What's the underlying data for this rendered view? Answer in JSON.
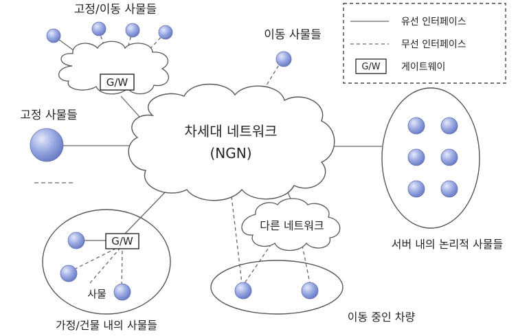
{
  "labels": {
    "fixed_mobile_things": "고정/이동 사물들",
    "mobile_things": "이동 사물들",
    "fixed_things": "고정 사물들",
    "ngn_title": "차세대 네트워크",
    "ngn_abbr": "(NGN)",
    "other_network": "다른 네트워크",
    "server_things": "서버 내의 논리적 사물들",
    "home_things": "가정/건물 내의 사물들",
    "thing": "사물",
    "moving_vehicle": "이동 중인 차량",
    "gateway_top": "G/W",
    "gateway_home": "G/W"
  },
  "legend": {
    "wired": "유선 인터페이스",
    "wireless": "무선 인터페이스",
    "gateway_box": "G/W",
    "gateway": "게이트웨이"
  },
  "colors": {
    "node_fill": "#8e9fdd",
    "node_highlight": "#e4e9fb",
    "node_stroke": "#5f6fb0",
    "line": "#666666"
  }
}
